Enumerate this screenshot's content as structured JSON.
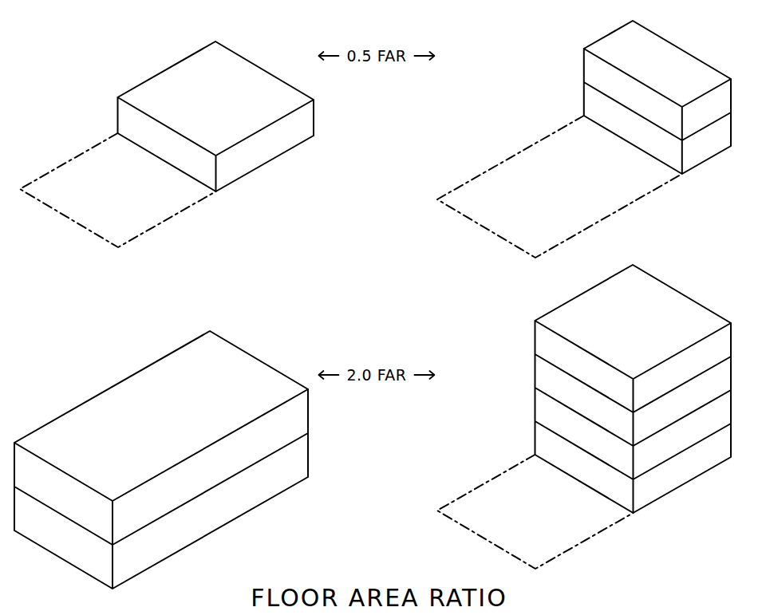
{
  "diagram": {
    "title": "FLOOR AREA RATIO",
    "labels": [
      "0.5 FAR",
      "2.0 FAR"
    ]
  }
}
